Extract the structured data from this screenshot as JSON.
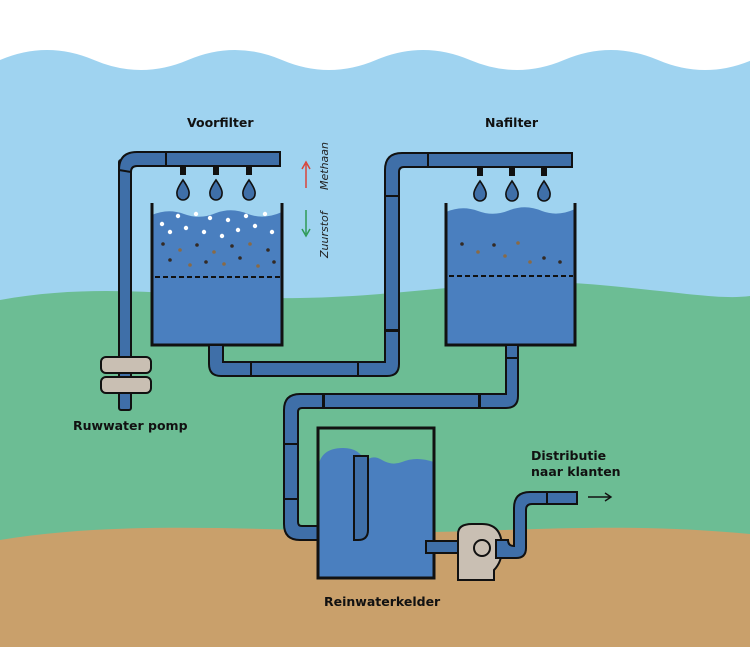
{
  "labels": {
    "prefilter": "Voorfilter",
    "postfilter": "Nafilter",
    "methane": "Methaan",
    "oxygen": "Zuurstof",
    "raw_water_pump": "Ruwwater pomp",
    "distribution_line1": "Distributie",
    "distribution_line2": "naar klanten",
    "clean_water_cellar": "Reinwaterkelder"
  },
  "colors": {
    "sky": "#9fd3f0",
    "grass": "#6cbd94",
    "soil": "#c9a06b",
    "water": "#4a7fbf",
    "water_light": "#5d92cd",
    "pump": "#c9bfb3",
    "methane_arrow": "#d9443a",
    "oxygen_arrow": "#2f9a55"
  },
  "icons": {
    "methane_arrow": "arrow-up-icon",
    "oxygen_arrow": "arrow-down-icon",
    "distribution_arrow": "arrow-right-icon",
    "droplet": "water-drop-icon"
  }
}
